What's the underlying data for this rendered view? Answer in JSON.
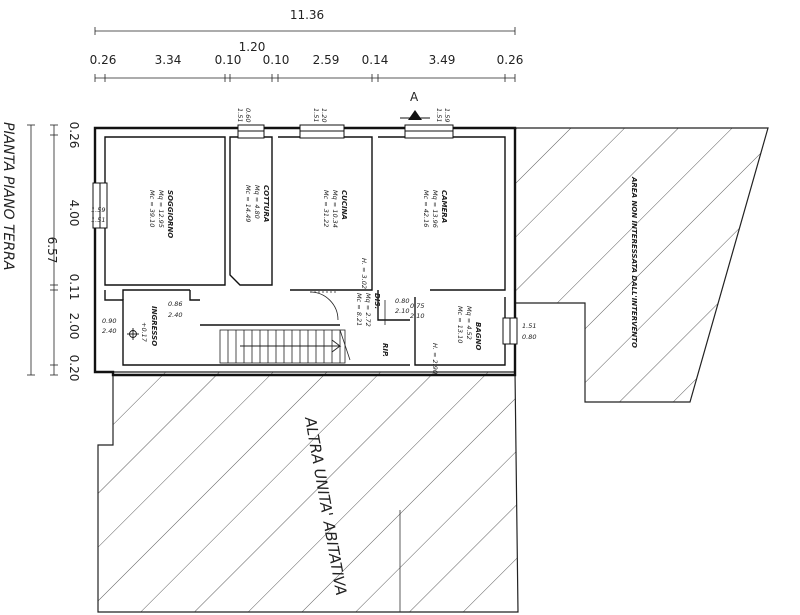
{
  "title": "PIANTA PIANO TERRA",
  "dims_top": {
    "overall": "11.36",
    "mid": "1.20",
    "row": [
      "0.26",
      "3.34",
      "0.10",
      "0.10",
      "2.59",
      "0.14",
      "3.49",
      "0.26"
    ]
  },
  "dims_left": {
    "overall": "6.57",
    "row": [
      "0.26",
      "4.00",
      "0.11",
      "2.00",
      "0.20"
    ]
  },
  "section_marker": "A",
  "openings": {
    "sogg_window": [
      "1.59",
      "1.51"
    ],
    "cottura_window": [
      "0.60",
      "1.51"
    ],
    "cucina_window": [
      "1.20",
      "1.51"
    ],
    "camera_window": [
      "1.59",
      "1.51"
    ],
    "bagno_window": [
      "1.51",
      "0.80"
    ],
    "hall_door": [
      "0.86",
      "2.40"
    ],
    "entry_door": [
      "0.90",
      "2.40"
    ],
    "cucina_door": [
      "0.80",
      "2.10"
    ],
    "bagno_door": [
      "0.75",
      "2.10"
    ]
  },
  "rooms": {
    "soggiorno": {
      "name": "SOGGIORNO",
      "mq": "Mq = 12.95",
      "mc": "Mc = 39.10"
    },
    "cottura": {
      "name": "COTTURA",
      "mq": "Mq = 4.80",
      "mc": "Mc = 14.49"
    },
    "cucina": {
      "name": "CUCINA",
      "mq": "Mq = 10.34",
      "mc": "Mc = 31.22",
      "h": "H. = 3.02"
    },
    "camera": {
      "name": "CAMERA",
      "mq": "Mq = 13.96",
      "mc": "Mc = 42.16"
    },
    "dis": {
      "name": "DIS.",
      "mq": "Mq = 2.72",
      "mc": "Mc = 8.21"
    },
    "bagno": {
      "name": "BAGNO",
      "mq": "Mq = 4.52",
      "mc": "Mc = 13.10",
      "h": "H. = 2.90"
    },
    "ingresso": {
      "name": "INGRESSO",
      "level": "+0.17"
    },
    "rip": "RIP."
  },
  "hatch_labels": {
    "area_right": "AREA NON INTERESSATA DALL'INTERVENTO",
    "altra_unita": "ALTRA UNITA' ABITATIVA"
  }
}
